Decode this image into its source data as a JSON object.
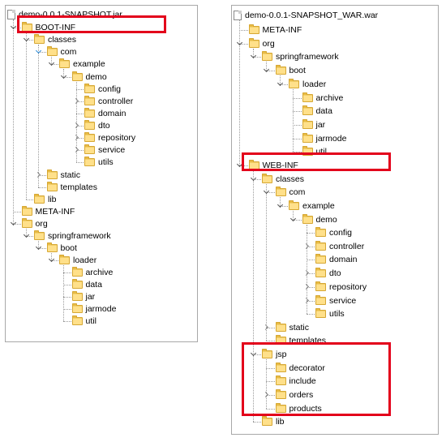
{
  "jar": {
    "root": "demo-0.0.1-SNAPSHOT.jar",
    "nodes": [
      "BOOT-INF",
      "classes",
      "com",
      "example",
      "demo",
      "config",
      "controller",
      "domain",
      "dto",
      "repository",
      "service",
      "utils",
      "static",
      "templates",
      "lib",
      "META-INF",
      "org",
      "springframework",
      "boot",
      "loader",
      "archive",
      "data",
      "jar",
      "jarmode",
      "util"
    ]
  },
  "war": {
    "root": "demo-0.0.1-SNAPSHOT_WAR.war",
    "nodes": [
      "META-INF",
      "org",
      "springframework",
      "boot",
      "loader",
      "archive",
      "data",
      "jar",
      "jarmode",
      "util",
      "WEB-INF",
      "classes",
      "com",
      "example",
      "demo",
      "config",
      "controller",
      "domain",
      "dto",
      "repository",
      "service",
      "utils",
      "static",
      "templates",
      "jsp",
      "decorator",
      "include",
      "orders",
      "products",
      "lib"
    ]
  },
  "colors": {
    "highlight": "#e3001b",
    "folder": "#f2cf6a"
  },
  "icons": {
    "folder": "folder-icon",
    "file": "archive-file-icon"
  }
}
